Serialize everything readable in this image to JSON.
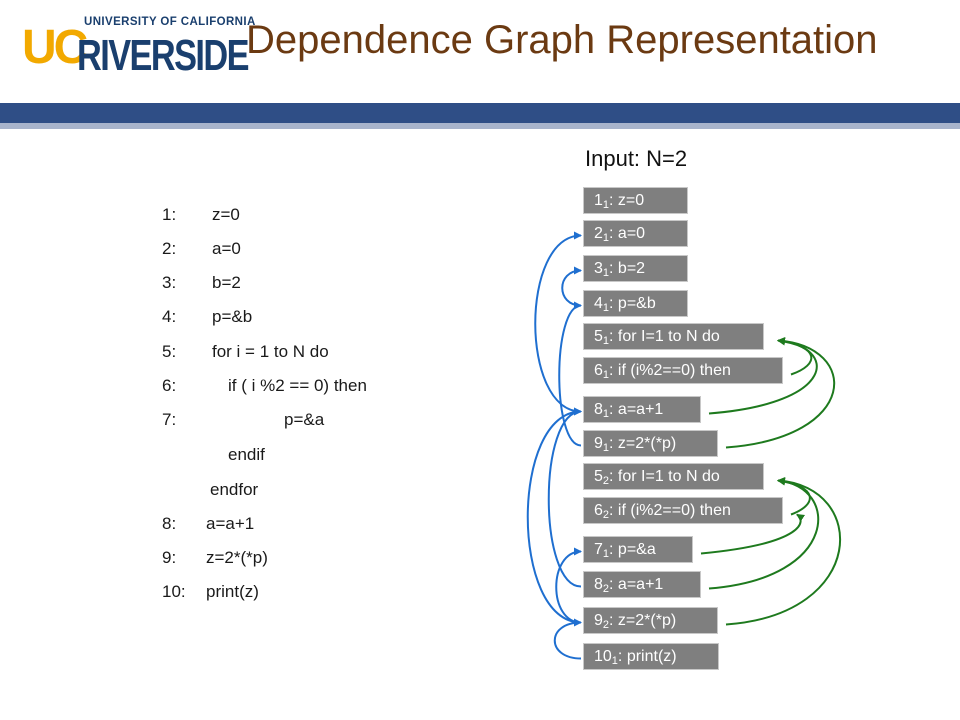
{
  "header": {
    "logo_top": "UNIVERSITY OF CALIFORNIA",
    "logo_uc": "UC",
    "logo_riverside": "RIVERSIDE",
    "title": "Dependence Graph Representation"
  },
  "colors": {
    "title": "#6b3a12",
    "band": "#2f4e86",
    "node_fill": "#7f7f7f",
    "blue_edge": "#1f6fd0",
    "green_edge": "#1e7a1e"
  },
  "code": [
    {
      "num": "1:",
      "text": "z=0"
    },
    {
      "num": "2:",
      "text": "a=0"
    },
    {
      "num": "3:",
      "text": "b=2"
    },
    {
      "num": "4:",
      "text": "p=&b"
    },
    {
      "num": "5:",
      "text": "for i = 1 to N do"
    },
    {
      "num": "6:",
      "text": "if ( i %2 == 0) then"
    },
    {
      "num": "7:",
      "text": "p=&a"
    },
    {
      "num": "",
      "text": "endif"
    },
    {
      "num": "",
      "text": "endfor"
    },
    {
      "num": "8:",
      "text": "a=a+1"
    },
    {
      "num": "9:",
      "text": "z=2*(*p)"
    },
    {
      "num": "10:",
      "text": "print(z)"
    }
  ],
  "input_label": "Input: N=2",
  "nodes": [
    {
      "id": "1_1",
      "num": "1",
      "inst": "1",
      "text": ": z=0"
    },
    {
      "id": "2_1",
      "num": "2",
      "inst": "1",
      "text": ": a=0"
    },
    {
      "id": "3_1",
      "num": "3",
      "inst": "1",
      "text": ": b=2"
    },
    {
      "id": "4_1",
      "num": "4",
      "inst": "1",
      "text": ": p=&b"
    },
    {
      "id": "5_1",
      "num": "5",
      "inst": "1",
      "text": ": for I=1 to N do"
    },
    {
      "id": "6_1",
      "num": "6",
      "inst": "1",
      "text": ":  if (i%2==0) then"
    },
    {
      "id": "8_1",
      "num": "8",
      "inst": "1",
      "text": ":  a=a+1"
    },
    {
      "id": "9_1",
      "num": "9",
      "inst": "1",
      "text": ":  z=2*(*p)"
    },
    {
      "id": "5_2",
      "num": "5",
      "inst": "2",
      "text": ": for I=1 to N do"
    },
    {
      "id": "6_2",
      "num": "6",
      "inst": "2",
      "text": ":  if (i%2==0) then"
    },
    {
      "id": "7_1",
      "num": "7",
      "inst": "1",
      "text": ":  p=&a"
    },
    {
      "id": "8_2",
      "num": "8",
      "inst": "2",
      "text": ":  a=a+1"
    },
    {
      "id": "9_2",
      "num": "9",
      "inst": "2",
      "text": ":  z=2*(*p)"
    },
    {
      "id": "10_1",
      "num": "10",
      "inst": "1",
      "text": ":  print(z)"
    }
  ],
  "edges": [
    {
      "type": "data",
      "from": "8_1",
      "to": "2_1"
    },
    {
      "type": "data",
      "from": "9_1",
      "to": "4_1"
    },
    {
      "type": "data",
      "from": "4_1",
      "to": "3_1"
    },
    {
      "type": "data",
      "from": "9_2",
      "to": "8_1"
    },
    {
      "type": "data",
      "from": "8_2",
      "to": "8_1"
    },
    {
      "type": "data",
      "from": "9_2",
      "to": "7_1"
    },
    {
      "type": "data",
      "from": "10_1",
      "to": "9_2"
    },
    {
      "type": "control",
      "from": "6_1",
      "to": "5_1"
    },
    {
      "type": "control",
      "from": "8_1",
      "to": "5_1"
    },
    {
      "type": "control",
      "from": "9_1",
      "to": "5_1"
    },
    {
      "type": "control",
      "from": "6_2",
      "to": "5_2"
    },
    {
      "type": "control",
      "from": "7_1",
      "to": "6_2"
    },
    {
      "type": "control",
      "from": "8_2",
      "to": "5_2"
    },
    {
      "type": "control",
      "from": "9_2",
      "to": "5_2"
    }
  ]
}
